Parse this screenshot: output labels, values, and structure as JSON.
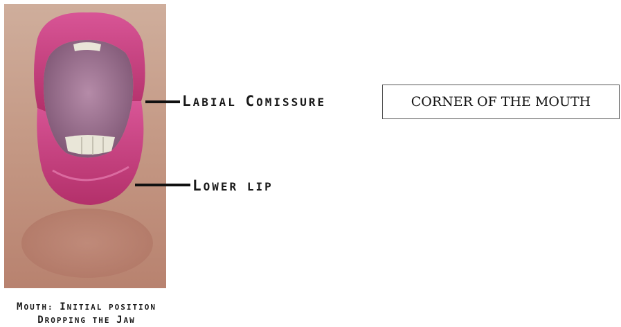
{
  "labels": {
    "commissure": {
      "first": "L",
      "rest": "ABIAL ",
      "second_cap": "C",
      "second_rest": "OMISSURE"
    },
    "lower_lip": {
      "first": "L",
      "rest": "OWER LIP"
    }
  },
  "callout": {
    "text": "CORNER OF THE MOUTH"
  },
  "caption": {
    "line1": {
      "cap1": "M",
      "rest1": "OUTH: ",
      "cap2": "I",
      "rest2": "NITIAL POSITION"
    },
    "line2": {
      "cap1": "D",
      "rest1": "ROPPING THE ",
      "cap2": "J",
      "rest2": "AW"
    }
  },
  "colors": {
    "skin": "#c9a28e",
    "lip": "#c8407e",
    "mouth_interior": "#9a6f8c",
    "teeth": "#e9e6d8"
  }
}
